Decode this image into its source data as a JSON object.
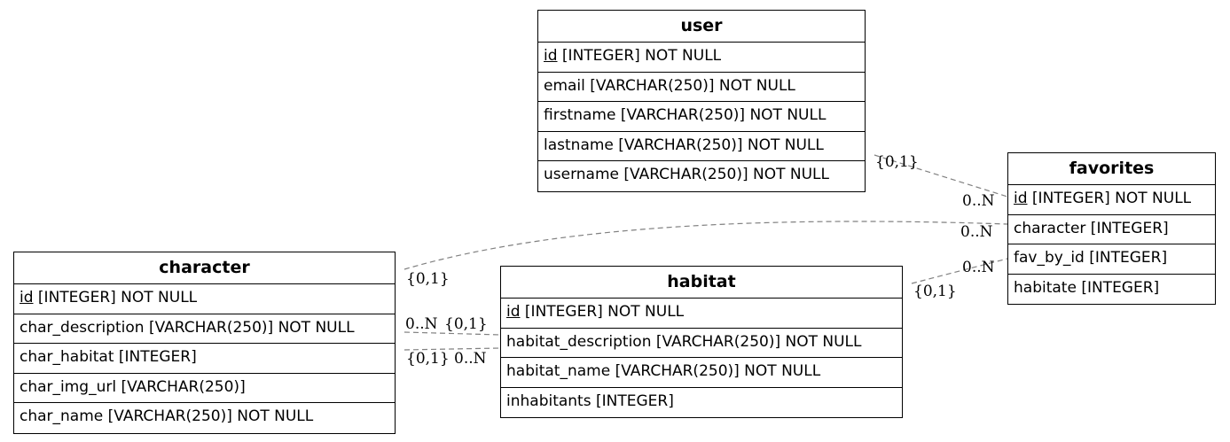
{
  "entities": {
    "user": {
      "title": "user",
      "rows": [
        {
          "pk": "id",
          "rest": " [INTEGER] NOT NULL"
        },
        {
          "text": "email [VARCHAR(250)] NOT NULL"
        },
        {
          "text": "firstname [VARCHAR(250)] NOT NULL"
        },
        {
          "text": "lastname [VARCHAR(250)] NOT NULL"
        },
        {
          "text": "username [VARCHAR(250)] NOT NULL"
        }
      ]
    },
    "favorites": {
      "title": "favorites",
      "rows": [
        {
          "pk": "id",
          "rest": " [INTEGER] NOT NULL"
        },
        {
          "text": "character [INTEGER]"
        },
        {
          "text": "fav_by_id [INTEGER]"
        },
        {
          "text": "habitate [INTEGER]"
        }
      ]
    },
    "character": {
      "title": "character",
      "rows": [
        {
          "pk": "id",
          "rest": " [INTEGER] NOT NULL"
        },
        {
          "text": "char_description [VARCHAR(250)] NOT NULL"
        },
        {
          "text": "char_habitat [INTEGER]"
        },
        {
          "text": "char_img_url [VARCHAR(250)]"
        },
        {
          "text": "char_name [VARCHAR(250)] NOT NULL"
        }
      ]
    },
    "habitat": {
      "title": "habitat",
      "rows": [
        {
          "pk": "id",
          "rest": " [INTEGER] NOT NULL"
        },
        {
          "text": "habitat_description [VARCHAR(250)] NOT NULL"
        },
        {
          "text": "habitat_name [VARCHAR(250)] NOT NULL"
        },
        {
          "text": "inhabitants [INTEGER]"
        }
      ]
    }
  },
  "cardinalities": {
    "user_fav_one": "{0,1}",
    "user_fav_many": "0..N",
    "char_fav_one": "{0,1}",
    "char_fav_many": "0..N",
    "hab_fav_one": "{0,1}",
    "hab_fav_many": "0..N",
    "char_hab_many_a": "0..N",
    "char_hab_one_a": "{0,1}",
    "char_hab_one_b": "{0,1}",
    "char_hab_many_b": "0..N"
  },
  "colors": {
    "edge": "#808080",
    "border": "#000000"
  }
}
